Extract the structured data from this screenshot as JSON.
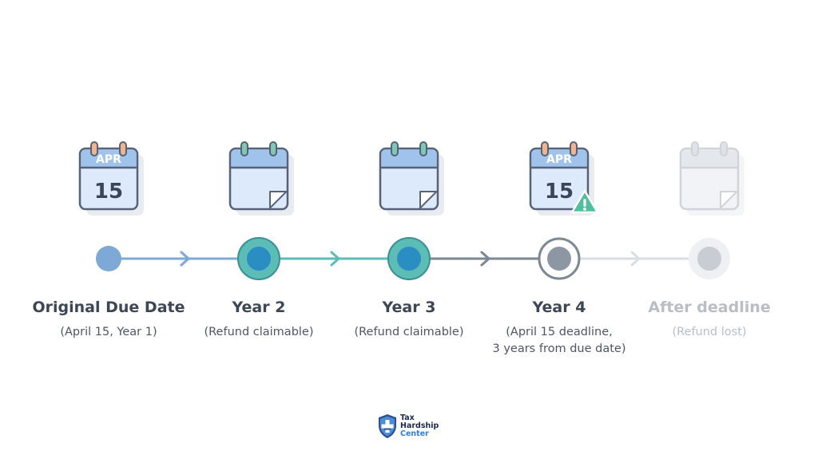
{
  "steps": [
    {
      "title": "Original Due Date",
      "subtitle": "(April 15, Year 1)",
      "month": "APR",
      "day": "15",
      "icon": "calendar-date-icon",
      "state": "start"
    },
    {
      "title": "Year 2",
      "subtitle": "(Refund claimable)",
      "icon": "calendar-blank-icon",
      "state": "active"
    },
    {
      "title": "Year 3",
      "subtitle": "(Refund claimable)",
      "icon": "calendar-blank-icon",
      "state": "active"
    },
    {
      "title": "Year 4",
      "subtitle": "(April 15 deadline,\n3 years from due date)",
      "month": "APR",
      "day": "15",
      "icon": "calendar-warning-icon",
      "state": "deadline"
    },
    {
      "title": "After deadline",
      "subtitle": "(Refund lost)",
      "icon": "calendar-blank-icon",
      "state": "lost"
    }
  ],
  "logo": {
    "line1": "Tax",
    "line2": "Hardship",
    "line3": "Center",
    "icon": "shield-cross-icon"
  },
  "colors": {
    "blue": "#7ea8d6",
    "teal": "#5cbdb7",
    "deep_blue": "#2b8ec2",
    "slate": "#7b8795",
    "faint": "#d9dee4",
    "warning": "#4fbf9c"
  }
}
